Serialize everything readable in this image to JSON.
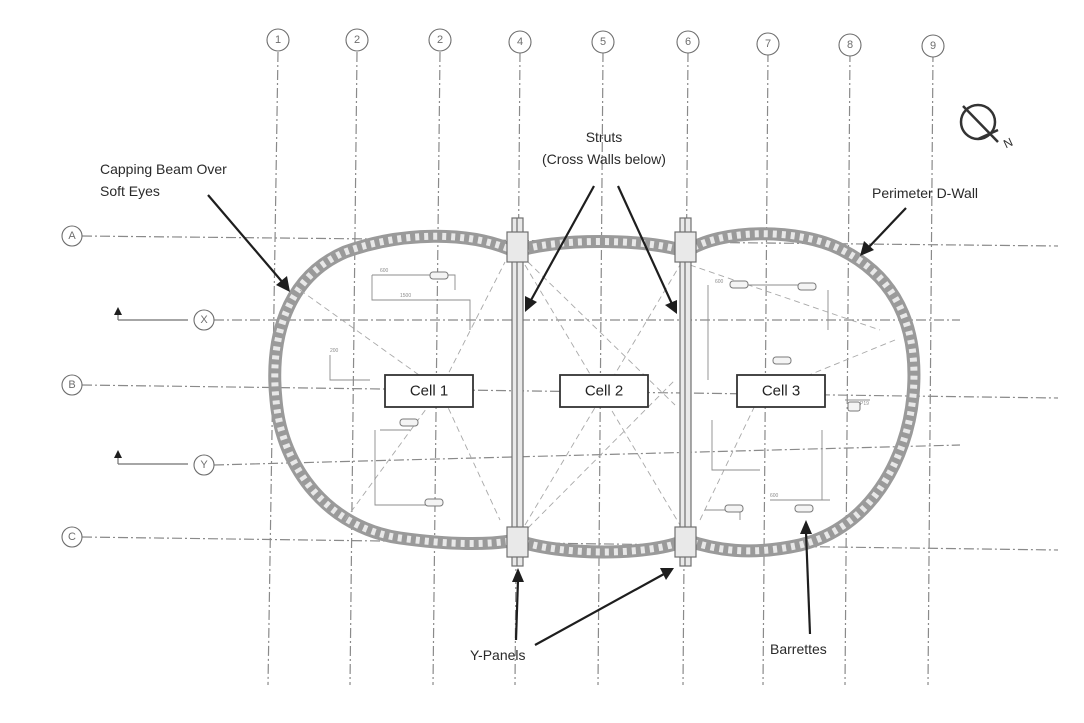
{
  "grid": {
    "columns": [
      "1",
      "2",
      "2",
      "4",
      "5",
      "6",
      "7",
      "8",
      "9"
    ],
    "rows": [
      "A",
      "X",
      "B",
      "Y",
      "C"
    ]
  },
  "cells": [
    "Cell 1",
    "Cell 2",
    "Cell 3"
  ],
  "annotations": {
    "capping_beam_line1": "Capping Beam Over",
    "capping_beam_line2": "Soft Eyes",
    "struts_line1": "Struts",
    "struts_line2": "(Cross Walls below)",
    "perimeter": "Perimeter D-Wall",
    "y_panels": "Y-Panels",
    "barrettes": "Barrettes"
  },
  "north_arrow_label": "N"
}
